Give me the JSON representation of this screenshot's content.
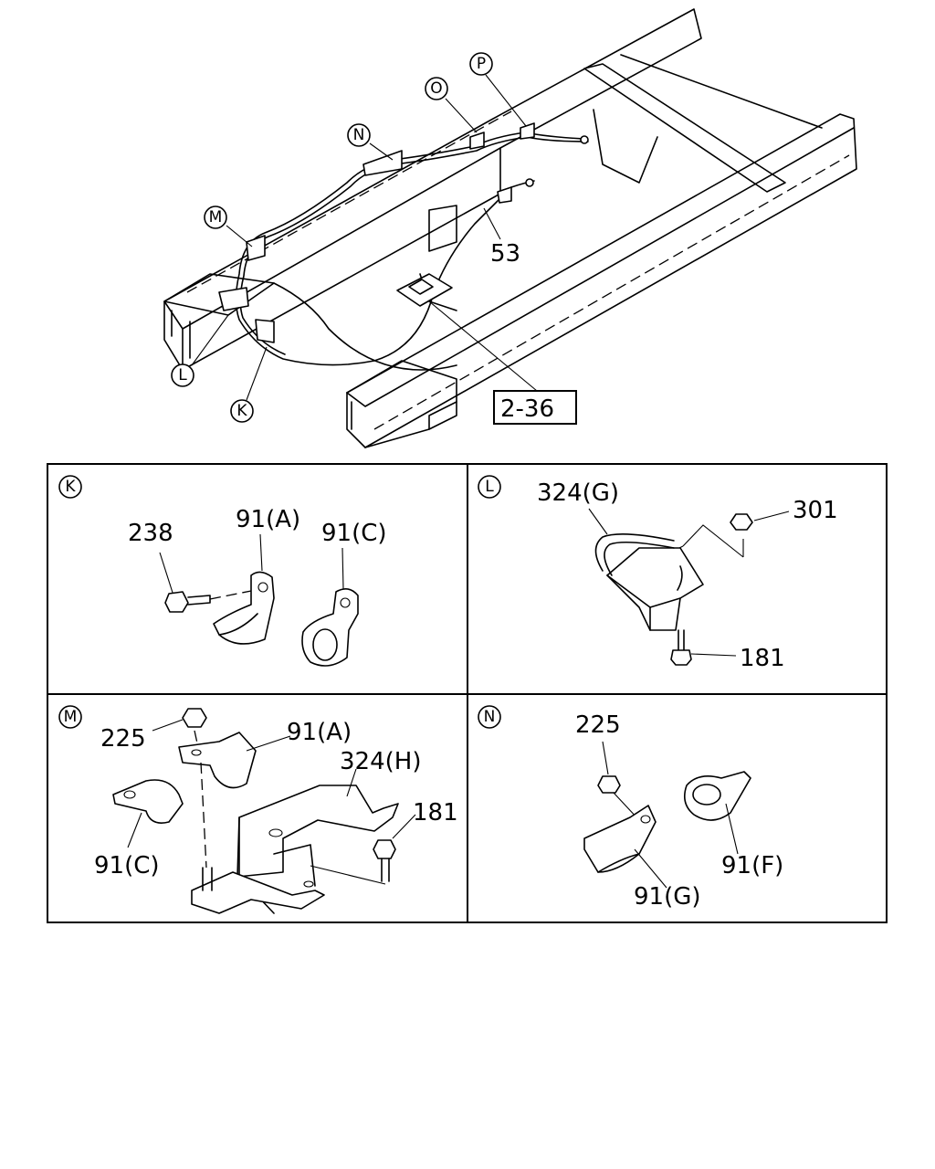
{
  "overview": {
    "callouts": [
      "P",
      "O",
      "N",
      "M",
      "L",
      "K"
    ],
    "part_53": "53",
    "ref_box": "2-36"
  },
  "panels": {
    "K": {
      "letter": "K",
      "labels": [
        "238",
        "91(A)",
        "91(C)"
      ]
    },
    "L": {
      "letter": "L",
      "labels": [
        "324(G)",
        "301",
        "181"
      ]
    },
    "M": {
      "letter": "M",
      "labels": [
        "225",
        "91(A)",
        "324(H)",
        "181",
        "91(C)"
      ]
    },
    "N": {
      "letter": "N",
      "labels": [
        "225",
        "91(F)",
        "91(G)"
      ]
    }
  }
}
